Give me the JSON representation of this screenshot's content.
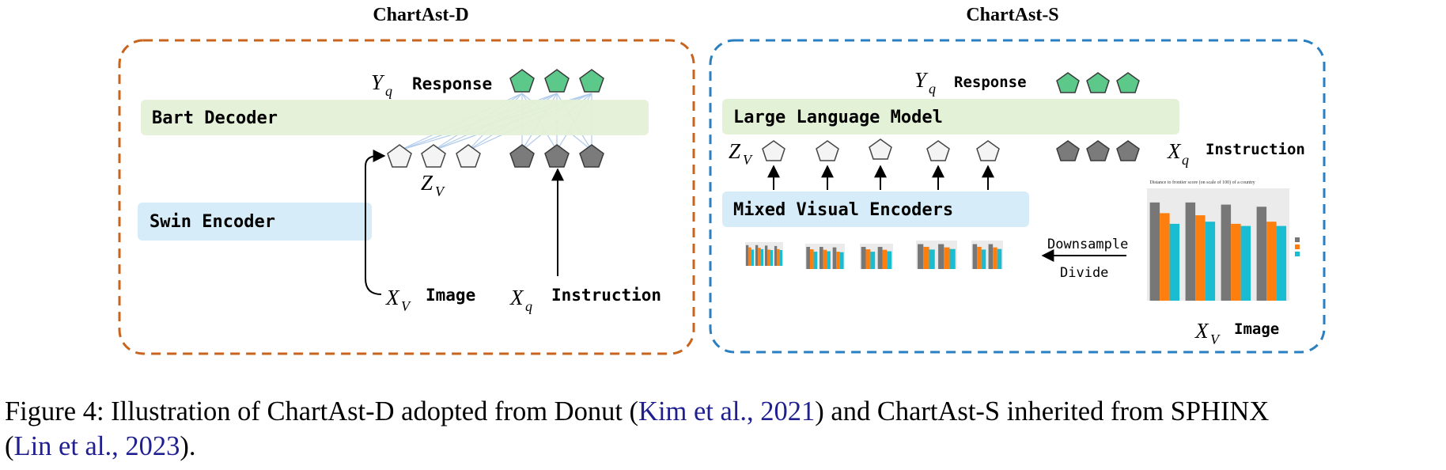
{
  "panels": {
    "donut": {
      "title": "ChartAst-D",
      "response_symbol": "Y",
      "response_sub": "q",
      "response_label": "Response",
      "decoder_label": "Bart Decoder",
      "visual_tokens_symbol": "Z",
      "visual_tokens_sub": "V",
      "encoder_label": "Swin Encoder",
      "image_symbol": "X",
      "image_sub": "V",
      "image_label": "Image",
      "instruction_symbol": "X",
      "instruction_sub": "q",
      "instruction_label": "Instruction",
      "colors": {
        "border": "#c8641e",
        "decoder_bg": "#e3f1d6",
        "encoder_bg": "#d6ecf8"
      }
    },
    "sphinx": {
      "title": "ChartAst-S",
      "response_symbol": "Y",
      "response_sub": "q",
      "response_label": "Response",
      "llm_label": "Large Language Model",
      "visual_tokens_symbol": "Z",
      "visual_tokens_sub": "V",
      "instruction_symbol": "X",
      "instruction_sub": "q",
      "instruction_label": "Instruction",
      "encoder_label": "Mixed Visual Encoders",
      "downsample_label": "Downsample",
      "divide_label": "Divide",
      "image_symbol": "X",
      "image_sub": "V",
      "image_label": "Image",
      "thumbnail_title": "Distance to frontier score (on scale of 100) of a country",
      "colors": {
        "border": "#2a7fc0",
        "llm_bg": "#e3f1d6",
        "encoder_bg": "#d6ecf8"
      }
    }
  },
  "tokens": {
    "colors": {
      "response": "#5cc98a",
      "instruction": "#7b7b7b",
      "visual": "#f4f4f4",
      "edge": "#a9c6ea"
    }
  },
  "caption": {
    "prefix": "Figure 4: Illustration of ChartAst-D adopted from Donut (",
    "cite1": "Kim et al., 2021",
    "middle": ") and ChartAst-S inherited from SPHINX",
    "open": "(",
    "cite2": "Lin et al., 2023",
    "suffix": ")."
  }
}
